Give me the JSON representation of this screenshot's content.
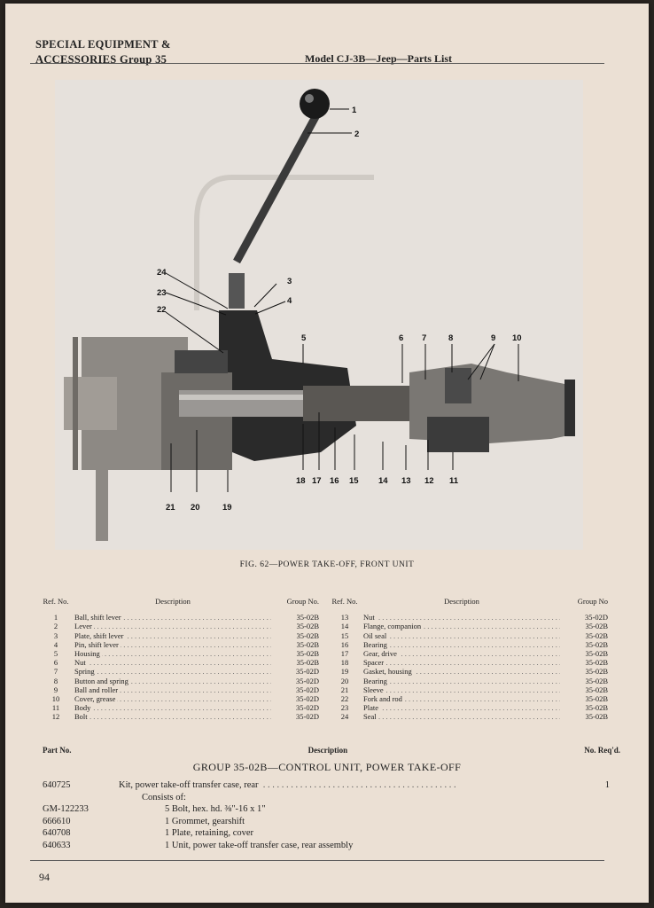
{
  "header": {
    "section_line1": "SPECIAL EQUIPMENT &",
    "section_line2": "ACCESSORIES  Group 35",
    "model": "Model CJ-3B—Jeep—Parts List"
  },
  "figure": {
    "caption": "FIG. 62—POWER TAKE-OFF, FRONT UNIT",
    "callouts": [
      "1",
      "2",
      "3",
      "4",
      "5",
      "6",
      "7",
      "8",
      "9",
      "10",
      "11",
      "12",
      "13",
      "14",
      "15",
      "16",
      "17",
      "18",
      "19",
      "20",
      "21",
      "22",
      "23",
      "24"
    ]
  },
  "ref_table": {
    "headers": {
      "ref": "Ref. No.",
      "desc": "Description",
      "group": "Group No."
    },
    "headers_right": {
      "ref": "Ref. No.",
      "desc": "Description",
      "group": "Group No"
    },
    "left": [
      {
        "ref": "1",
        "desc": "Ball, shift lever",
        "group": "35-02B"
      },
      {
        "ref": "2",
        "desc": "Lever",
        "group": "35-02B"
      },
      {
        "ref": "3",
        "desc": "Plate, shift lever",
        "group": "35-02B"
      },
      {
        "ref": "4",
        "desc": "Pin, shift lever",
        "group": "35-02B"
      },
      {
        "ref": "5",
        "desc": "Housing",
        "group": "35-02B"
      },
      {
        "ref": "6",
        "desc": "Nut",
        "group": "35-02B"
      },
      {
        "ref": "7",
        "desc": "Spring",
        "group": "35-02D"
      },
      {
        "ref": "8",
        "desc": "Button and spring",
        "group": "35-02D"
      },
      {
        "ref": "9",
        "desc": "Ball and roller",
        "group": "35-02D"
      },
      {
        "ref": "10",
        "desc": "Cover, grease",
        "group": "35-02D"
      },
      {
        "ref": "11",
        "desc": "Body",
        "group": "35-02D"
      },
      {
        "ref": "12",
        "desc": "Bolt",
        "group": "35-02D"
      }
    ],
    "right": [
      {
        "ref": "13",
        "desc": "Nut",
        "group": "35-02D"
      },
      {
        "ref": "14",
        "desc": "Flange, companion",
        "group": "35-02B"
      },
      {
        "ref": "15",
        "desc": "Oil seal",
        "group": "35-02B"
      },
      {
        "ref": "16",
        "desc": "Bearing",
        "group": "35-02B"
      },
      {
        "ref": "17",
        "desc": "Gear, drive",
        "group": "35-02B"
      },
      {
        "ref": "18",
        "desc": "Spacer",
        "group": "35-02B"
      },
      {
        "ref": "19",
        "desc": "Gasket, housing",
        "group": "35-02B"
      },
      {
        "ref": "20",
        "desc": "Bearing",
        "group": "35-02B"
      },
      {
        "ref": "21",
        "desc": "Sleeve",
        "group": "35-02B"
      },
      {
        "ref": "22",
        "desc": "Fork and rod",
        "group": "35-02B"
      },
      {
        "ref": "23",
        "desc": "Plate",
        "group": "35-02B"
      },
      {
        "ref": "24",
        "desc": "Seal",
        "group": "35-02B"
      }
    ]
  },
  "parts_list": {
    "headers": {
      "part": "Part No.",
      "desc": "Description",
      "qty": "No. Req'd."
    },
    "group_title": "GROUP 35-02B—CONTROL UNIT, POWER TAKE-OFF",
    "kit": {
      "part": "640725",
      "desc": "Kit, power take-off transfer case, rear",
      "qty": "1"
    },
    "consists_label": "Consists of:",
    "items": [
      {
        "part": "GM-122233",
        "desc": "5 Bolt, hex. hd. ⅜\"-16 x 1\""
      },
      {
        "part": "666610",
        "desc": "1 Grommet, gearshift"
      },
      {
        "part": "640708",
        "desc": "1 Plate, retaining, cover"
      },
      {
        "part": "640633",
        "desc": "1 Unit, power take-off transfer case, rear assembly"
      }
    ]
  },
  "footer": {
    "page_number": "94"
  }
}
